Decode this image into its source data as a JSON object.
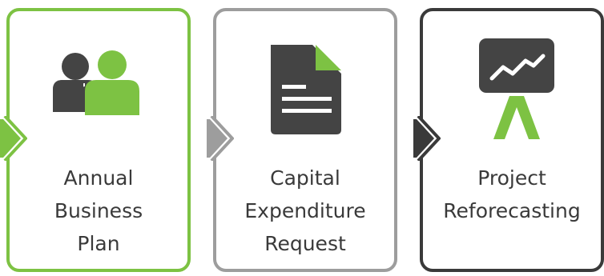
{
  "steps": [
    {
      "name": "annual-business-plan",
      "label_lines": [
        "Annual",
        "Business",
        "Plan"
      ],
      "border_color": "#7dc243",
      "icon": "people-icon"
    },
    {
      "name": "capital-expenditure-request",
      "label_lines": [
        "Capital",
        "Expenditure",
        "Request"
      ],
      "border_color": "#9d9d9d",
      "icon": "document-icon"
    },
    {
      "name": "project-reforecasting",
      "label_lines": [
        "Project",
        "Reforecasting"
      ],
      "border_color": "#3a3a3a",
      "icon": "presentation-chart-icon"
    }
  ],
  "colors": {
    "green": "#7dc243",
    "gray": "#9d9d9d",
    "dark": "#3a3a3a"
  }
}
